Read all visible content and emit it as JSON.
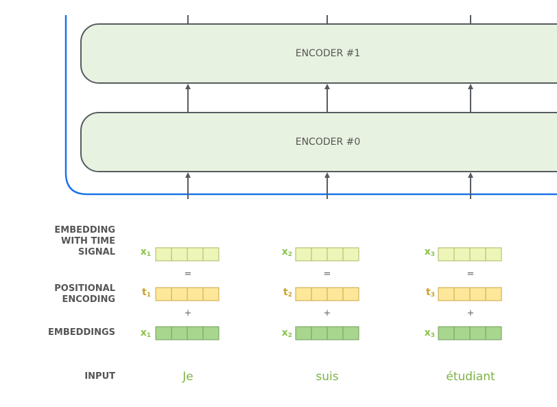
{
  "encoders": [
    {
      "label": "ENCODER #1"
    },
    {
      "label": "ENCODER #0"
    }
  ],
  "row_labels": {
    "embedding_with_time_signal": [
      "EMBEDDING",
      "WITH TIME",
      "SIGNAL"
    ],
    "positional_encoding": [
      "POSITIONAL",
      "ENCODING"
    ],
    "embeddings": "EMBEDDINGS",
    "input": "INPUT"
  },
  "operators": {
    "equals": "=",
    "plus": "+"
  },
  "tokens": [
    {
      "word": "Je",
      "x_label": "x",
      "x_sub": "1",
      "t_label": "t",
      "t_sub": "1"
    },
    {
      "word": "suis",
      "x_label": "x",
      "x_sub": "2",
      "t_label": "t",
      "t_sub": "2"
    },
    {
      "word": "étudiant",
      "x_label": "x",
      "x_sub": "3",
      "t_label": "t",
      "t_sub": "3"
    }
  ],
  "colors": {
    "encoder_fill": "#e8f2e0",
    "encoder_stroke": "#555b60",
    "blue_border": "#1a73e8",
    "arrow": "#555b60",
    "signal_cell": "#eef5b8",
    "signal_stroke": "#a9b860",
    "positional_cell": "#fde79a",
    "positional_stroke": "#c9a441",
    "embedding_cell": "#a9d68f",
    "embedding_stroke": "#6d9e54",
    "x_label": "#8bc34a",
    "t_label": "#c9a227",
    "word": "#7cb342"
  }
}
